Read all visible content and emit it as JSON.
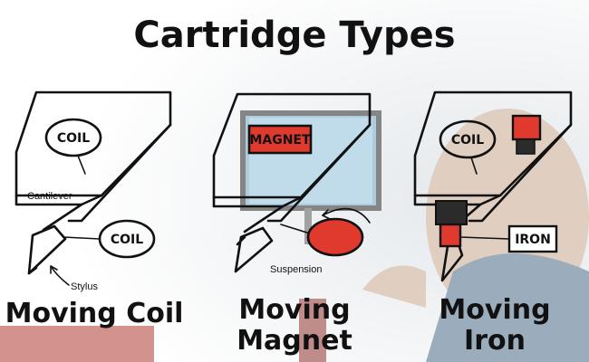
{
  "title": "Cartridge Types",
  "colors": {
    "red": "#e03a2f",
    "dark": "#2b2b2b",
    "ink": "#111111"
  },
  "panels": {
    "moving_coil": {
      "caption": "Moving Coil",
      "coil_upper": "COIL",
      "coil_lower": "COIL",
      "cantilever": "Cantilever",
      "stylus": "Stylus"
    },
    "moving_magnet": {
      "caption_line1": "Moving",
      "caption_line2": "Magnet",
      "magnet": "MAGNET",
      "suspension": "Suspension"
    },
    "moving_iron": {
      "caption_line1": "Moving",
      "caption_line2": "Iron",
      "coil": "COIL",
      "iron": "IRON"
    }
  }
}
